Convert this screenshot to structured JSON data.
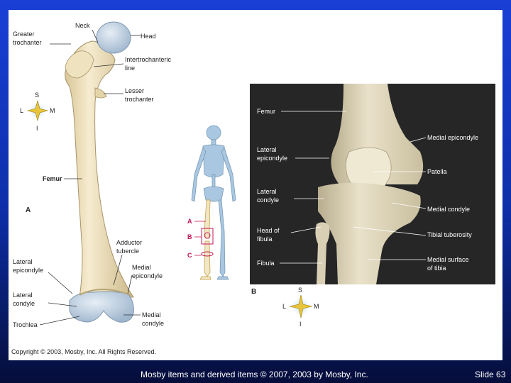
{
  "panel_a": {
    "panel_letter": "A",
    "labels": {
      "neck": "Neck",
      "head": "Head",
      "greater_trochanter": [
        "Greater",
        "trochanter"
      ],
      "intertrochanteric_line": [
        "Intertrochanteric",
        "line"
      ],
      "lesser_trochanter": [
        "Lesser",
        "trochanter"
      ],
      "femur": "Femur",
      "adductor_tubercle": [
        "Adductor",
        "tubercle"
      ],
      "lateral_epicondyle": [
        "Lateral",
        "epicondyle"
      ],
      "medial_epicondyle": [
        "Medial",
        "epicondyle"
      ],
      "lateral_condyle": [
        "Lateral",
        "condyle"
      ],
      "medial_condyle": [
        "Medial",
        "condyle"
      ],
      "trochlea": "Trochlea"
    },
    "compass": {
      "s": "S",
      "l": "L",
      "m": "M",
      "i": "I"
    }
  },
  "skeleton_inset": {
    "markers": [
      "A",
      "B",
      "C"
    ]
  },
  "panel_b": {
    "panel_letter": "B",
    "labels": {
      "femur": "Femur",
      "lateral_epicondyle": [
        "Lateral",
        "epicondyle"
      ],
      "lateral_condyle": [
        "Lateral",
        "condyle"
      ],
      "head_of_fibula": [
        "Head of",
        "fibula"
      ],
      "fibula": "Fibula",
      "medial_epicondyle": "Medial epicondyle",
      "patella": "Patella",
      "medial_condyle": "Medial condyle",
      "tibial_tuberosity": "Tibial tuberosity",
      "medial_surface_of_tibia": [
        "Medial surface",
        "of tibia"
      ]
    },
    "compass": {
      "s": "S",
      "l": "L",
      "m": "M",
      "i": "I"
    }
  },
  "copyright": "Copyright © 2003, Mosby, Inc. All Rights Reserved.",
  "footer": {
    "center": "Mosby items and derived items © 2007, 2003 by Mosby, Inc.",
    "slide": "Slide 63"
  },
  "colors": {
    "bone": "#f1e6c6",
    "bone_shadow": "#cdbb8c",
    "cartilage": "#b9cde0",
    "photo_bg": "#2a2a2a",
    "star_gold": "#e8c53a",
    "skeleton_blue": "#9fc0dc",
    "marker_pink": "#c2185b"
  }
}
